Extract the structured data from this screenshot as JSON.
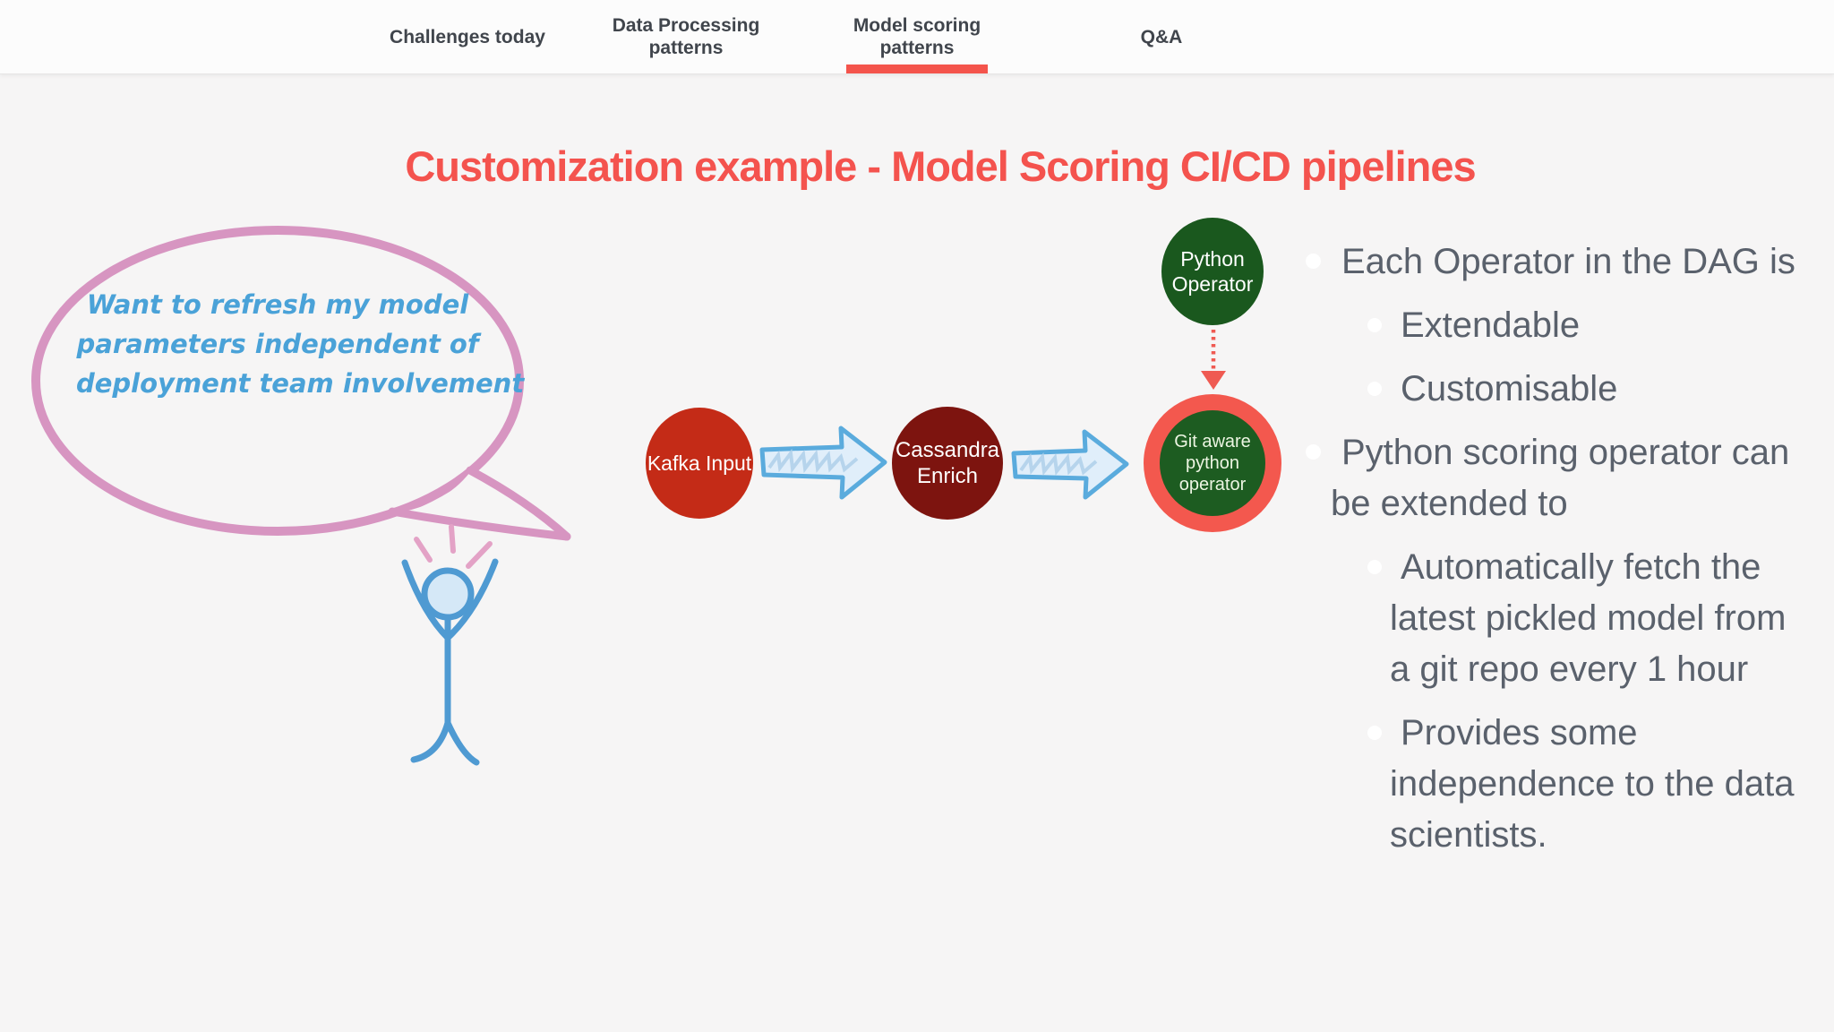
{
  "nav": {
    "tabs": [
      {
        "label": "Challenges today",
        "active": false
      },
      {
        "label": "Data Processing patterns",
        "active": false
      },
      {
        "label": "Model scoring patterns",
        "active": true
      },
      {
        "label": "Q&A",
        "active": false
      }
    ]
  },
  "slide": {
    "title": "Customization example - Model Scoring CI/CD pipelines",
    "speech_bubble": {
      "text": "Want to refresh my model parameters independent of deployment team involvement",
      "lines": [
        "Want to refresh my model",
        "parameters independent of",
        "deployment team involvement"
      ]
    },
    "dag": {
      "nodes": [
        {
          "id": "kafka-input",
          "label": "Kafka Input",
          "lines": [
            "Kafka Input"
          ],
          "color": "#c42b17"
        },
        {
          "id": "cassandra-enrich",
          "label": "Cassandra Enrich",
          "lines": [
            "Cassandra",
            "Enrich"
          ],
          "color": "#7d140f"
        },
        {
          "id": "git-aware-python-operator",
          "label": "Git aware python operator",
          "lines": [
            "Git aware",
            "python",
            "operator"
          ],
          "color": "#1d5c21",
          "ring_color": "#f3584e"
        },
        {
          "id": "python-operator",
          "label": "Python Operator",
          "lines": [
            "Python",
            "Operator"
          ],
          "color": "#1a581e"
        }
      ],
      "edges": [
        {
          "from": "kafka-input",
          "to": "cassandra-enrich",
          "style": "solid-blue-arrow"
        },
        {
          "from": "cassandra-enrich",
          "to": "git-aware-python-operator",
          "style": "solid-blue-arrow"
        },
        {
          "from": "python-operator",
          "to": "git-aware-python-operator",
          "style": "dashed-red-arrow"
        }
      ]
    },
    "bullets": [
      {
        "text": "Each Operator in the DAG is",
        "children": [
          "Extendable",
          "Customisable"
        ]
      },
      {
        "text": "Python scoring operator can be extended to",
        "children": [
          "Automatically fetch the latest pickled model from a git repo every 1 hour",
          "Provides some independence to the data scientists."
        ]
      }
    ],
    "colors": {
      "background": "#f6f5f5",
      "nav_background": "#fcfcfc",
      "nav_text": "#40454c",
      "accent_red": "#f4544c",
      "title_red": "#f4534e",
      "bullet_text": "#5a616c",
      "bubble_stroke": "#d795c1",
      "bubble_text": "#4aa2d8",
      "figure_blue": "#4f9ad2",
      "arrow_blue": "#5aabdd",
      "dashed_arrow_red": "#ef5a52"
    }
  }
}
